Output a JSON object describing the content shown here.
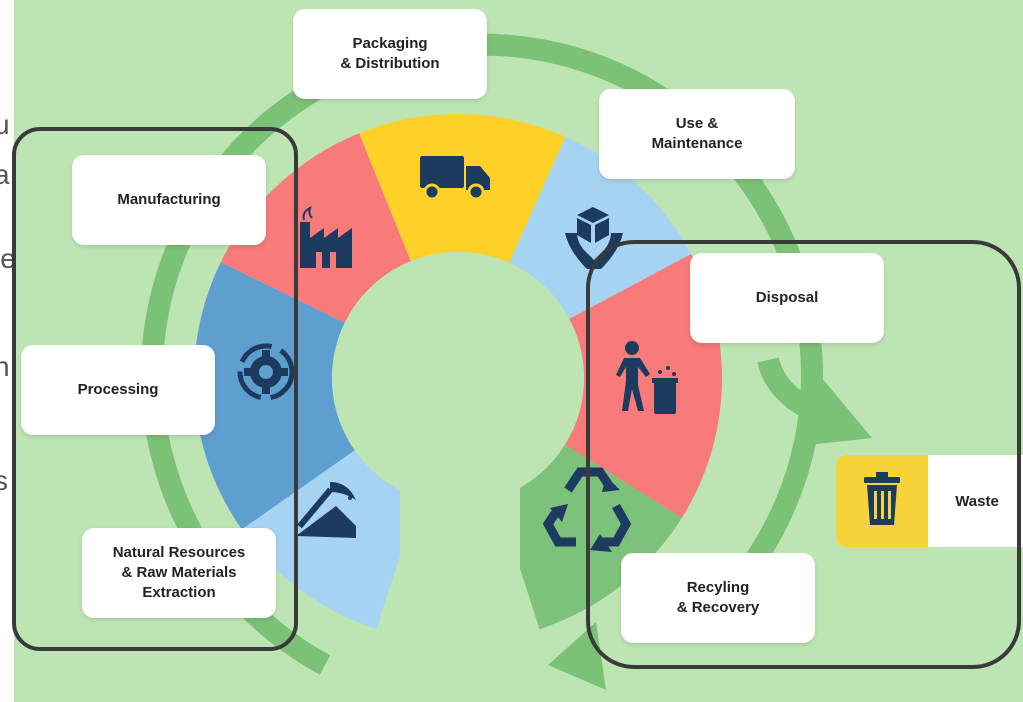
{
  "background_color": "#bde5b3",
  "cropped_fragments": [
    "u",
    "a",
    "le",
    "n",
    "s"
  ],
  "stages": [
    {
      "label": "Packaging\n& Distribution",
      "icon": "truck-icon",
      "color": "#fdd127"
    },
    {
      "label": "Use &\nMaintenance",
      "icon": "hands-box-icon",
      "color": "#a6d3f1"
    },
    {
      "label": "Disposal",
      "icon": "person-trash-icon",
      "color": "#f87a7a"
    },
    {
      "label": "Recyling\n& Recovery",
      "icon": "recycle-icon",
      "color": "#7dc27a"
    },
    {
      "label": "Natural Resources\n& Raw Materials\nExtraction",
      "icon": "pickaxe-icon",
      "color": "#a6d3f1"
    },
    {
      "label": "Processing",
      "icon": "gear-cycle-icon",
      "color": "#5e9fd0"
    },
    {
      "label": "Manufacturing",
      "icon": "factory-icon",
      "color": "#f87a7a"
    }
  ],
  "waste": {
    "label": "Waste",
    "icon": "trash-bin-icon",
    "color": "#f7d33a"
  },
  "colors": {
    "icon_dark": "#1d3a5f",
    "cycle_arrow": "#7cc276",
    "highlight_border": "#3a3a3a"
  }
}
